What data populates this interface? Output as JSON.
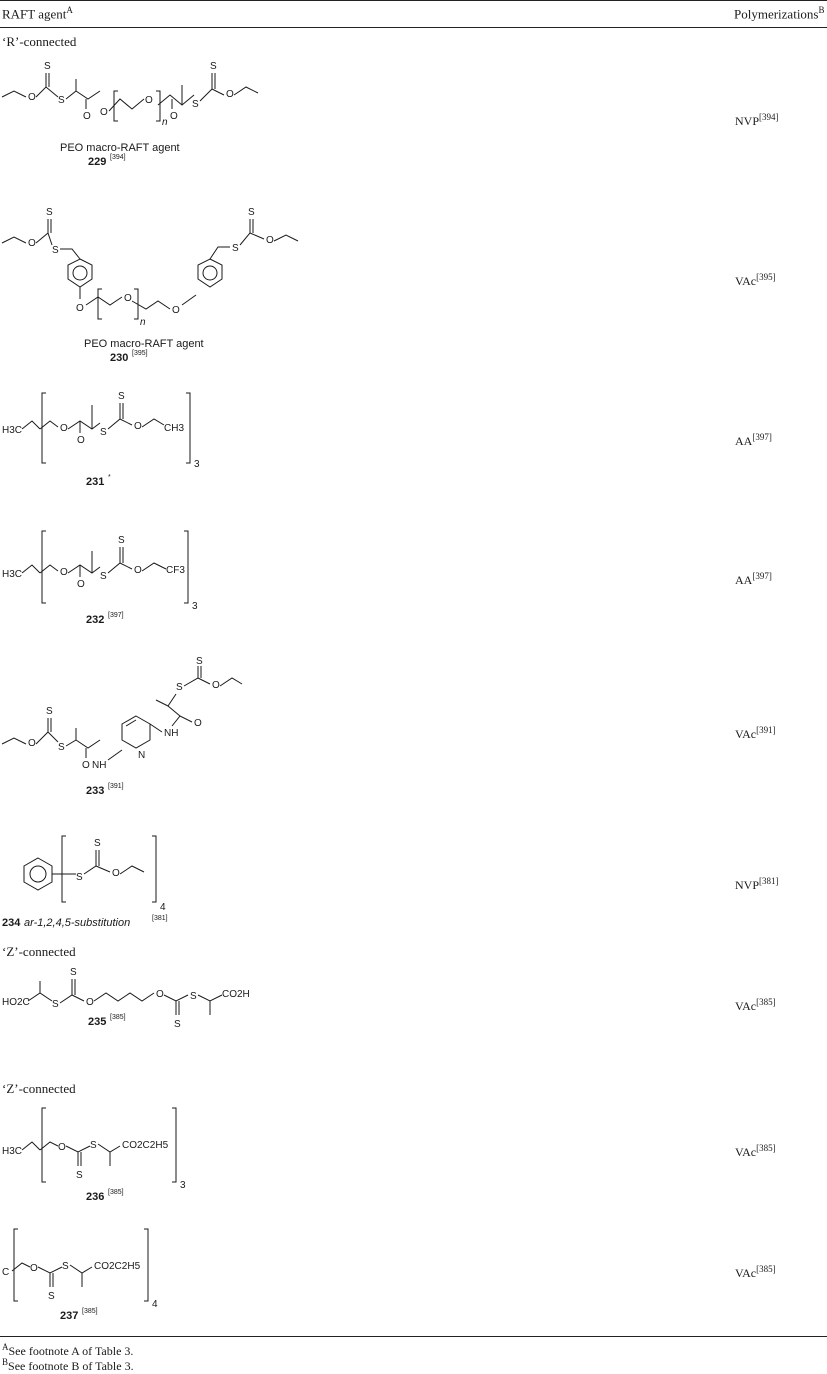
{
  "header": {
    "col1": "RAFT agent",
    "col1_sup": "A",
    "col2": "Polymerizations",
    "col2_sup": "B"
  },
  "sections": {
    "r_connected": "‘R’-connected",
    "z_connected_1": "‘Z’-connected",
    "z_connected_2": "‘Z’-connected"
  },
  "atoms": {
    "S": "S",
    "O": "O",
    "N": "N",
    "NH": "NH",
    "C": "C",
    "n": "n",
    "three": "3",
    "four": "4",
    "H3C": "H3C",
    "CH3": "CH3",
    "CF3": "CF3",
    "HO2C": "HO2C",
    "CO2H": "CO2H",
    "CO2C2H5": "CO2C2H5"
  },
  "rows": [
    {
      "id": "229",
      "caption": "PEO macro-RAFT agent",
      "number": "229",
      "ref": "[394]",
      "poly": "NVP",
      "poly_ref": "[394]"
    },
    {
      "id": "230",
      "caption": "PEO macro-RAFT agent",
      "number": "230",
      "ref": "[395]",
      "poly": "VAc",
      "poly_ref": "[395]"
    },
    {
      "id": "231",
      "number": "231",
      "ref": "*",
      "poly": "AA",
      "poly_ref": "[397]"
    },
    {
      "id": "232",
      "number": "232",
      "ref": "[397]",
      "poly": "AA",
      "poly_ref": "[397]"
    },
    {
      "id": "233",
      "number": "233",
      "ref": "[391]",
      "poly": "VAc",
      "poly_ref": "[391]"
    },
    {
      "id": "234",
      "number": "234",
      "caption": "ar-1,2,4,5-substitution",
      "ref": "[381]",
      "poly": "NVP",
      "poly_ref": "[381]"
    },
    {
      "id": "235",
      "number": "235",
      "ref": "[385]",
      "poly": "VAc",
      "poly_ref": "[385]"
    },
    {
      "id": "236",
      "number": "236",
      "ref": "[385]",
      "poly": "VAc",
      "poly_ref": "[385]"
    },
    {
      "id": "237",
      "number": "237",
      "ref": "[385]",
      "poly": "VAc",
      "poly_ref": "[385]"
    }
  ],
  "footnotes": [
    {
      "sup": "A",
      "text": "See footnote A of Table 3."
    },
    {
      "sup": "B",
      "text": "See footnote B of Table 3."
    }
  ]
}
